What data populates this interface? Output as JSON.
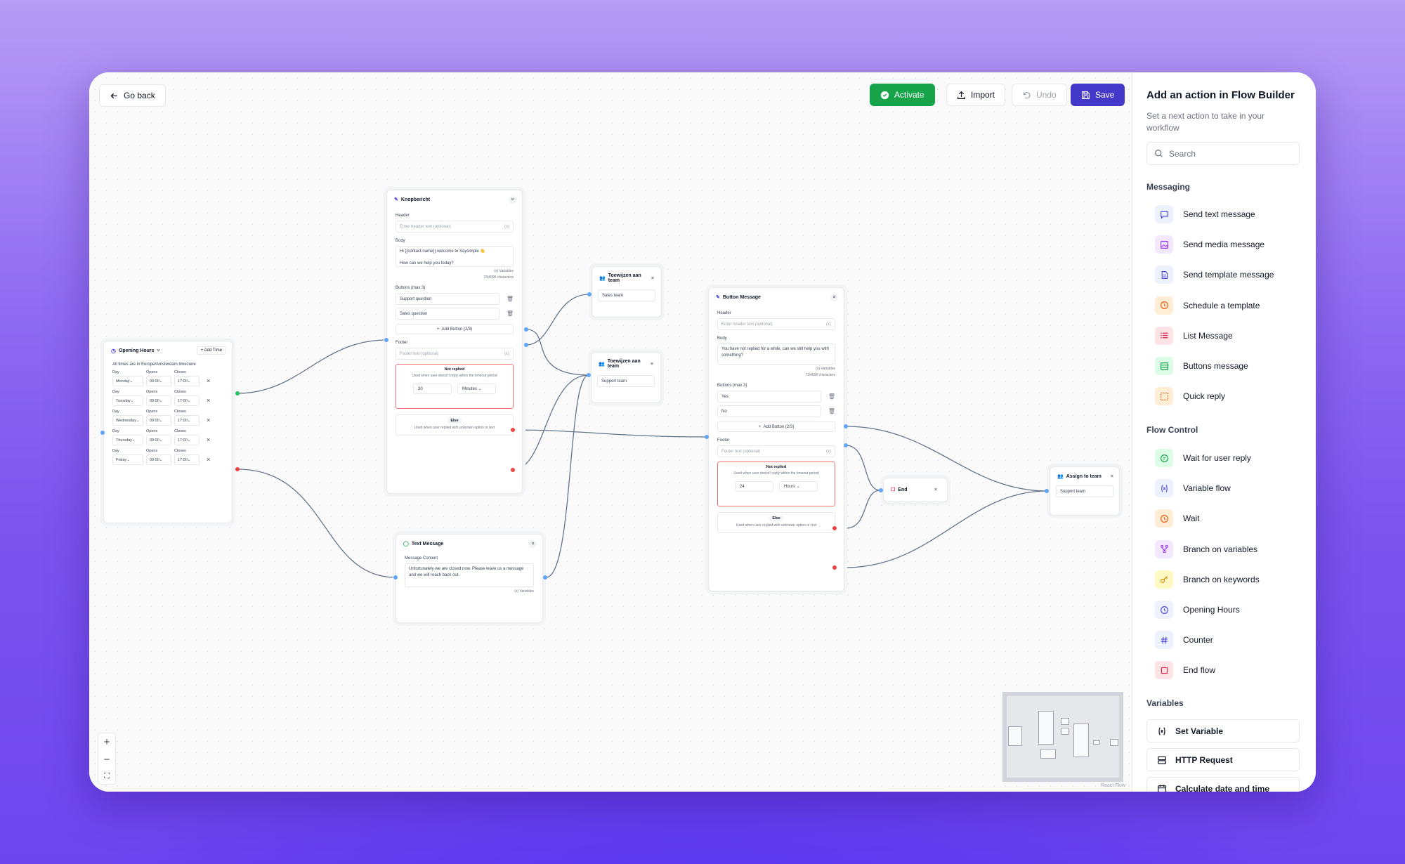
{
  "toolbar": {
    "go_back": "Go back",
    "activate": "Activate",
    "import": "Import",
    "undo": "Undo",
    "save": "Save"
  },
  "colors": {
    "accent": "#4338ca",
    "activate": "#16a34a",
    "edge": "#64748b",
    "error": "#f87171"
  },
  "nodes": {
    "opening_hours": {
      "title": "Opening Hours",
      "add_time": "Add Time",
      "timezone": "All times are in Europe/Amsterdam timezone",
      "labels": {
        "day": "Day",
        "opens": "Opens",
        "closes": "Closes"
      },
      "rows": [
        {
          "day": "Monday",
          "opens": "09:00",
          "closes": "17:00"
        },
        {
          "day": "Tuesday",
          "opens": "09:00",
          "closes": "17:00"
        },
        {
          "day": "Wednesday",
          "opens": "09:00",
          "closes": "17:00"
        },
        {
          "day": "Thursday",
          "opens": "09:00",
          "closes": "17:00"
        },
        {
          "day": "Friday",
          "opens": "09:00",
          "closes": "17:00"
        }
      ]
    },
    "knop": {
      "title": "Knopbericht",
      "header_label": "Header",
      "header_ph": "Enter header text (optional)",
      "body_label": "Body",
      "body_line1": "Hi {{contact.name}} welcome to Saysimple 👋",
      "body_line2": "How can we help you today?",
      "variables": "Variables",
      "chars": "73/4096 characters",
      "buttons_label": "Buttons (max 3)",
      "button1": "Support question",
      "button2": "Sales question",
      "add_button": "Add Button (2/3)",
      "footer_label": "Footer",
      "footer_ph": "Footer text (optional)",
      "not_replied": "Not replied",
      "not_replied_desc": "Used when user doesn't reply within the timeout period",
      "timeout": "30",
      "unit": "Minutes",
      "else": "Else",
      "else_desc": "Used when user replied with unknown option or text"
    },
    "team1": {
      "title": "Toewijzen aan team",
      "value": "Sales team"
    },
    "team2": {
      "title": "Toewijzen aan team",
      "value": "Support team"
    },
    "text_msg": {
      "title": "Text Message",
      "label": "Message Content",
      "content": "Unfortunately we are closed now. Please leave us a message and we will reach back out.",
      "variables": "Variables"
    },
    "button_msg": {
      "title": "Button Message",
      "header_label": "Header",
      "header_ph": "Enter header text (optional)",
      "body_label": "Body",
      "body": "You have not replied for a while, can we still help you with something?",
      "variables": "Variables",
      "chars": "71/4096 characters",
      "buttons_label": "Buttons (max 3)",
      "button1": "Yes",
      "button2": "No",
      "add_button": "Add Button (2/3)",
      "footer_label": "Footer",
      "footer_ph": "Footer text (optional)",
      "not_replied": "Not replied",
      "not_replied_desc": "Used when user doesn't reply within the timeout period",
      "timeout": "24",
      "unit": "Hours",
      "else": "Else",
      "else_desc": "Used when user replied with unknown option or text"
    },
    "end": {
      "title": "End"
    },
    "assign": {
      "title": "Assign to team",
      "value": "Support team"
    }
  },
  "panel": {
    "title": "Add an action in Flow Builder",
    "subtitle": "Set a next action to take in your workflow",
    "search_placeholder": "Search",
    "messaging_title": "Messaging",
    "messaging": [
      {
        "label": "Send text message",
        "icon": "chat-icon",
        "color": "#4f46e5",
        "bg": "#eef2ff"
      },
      {
        "label": "Send media message",
        "icon": "image-icon",
        "color": "#9333ea",
        "bg": "#f3e8ff"
      },
      {
        "label": "Send template message",
        "icon": "document-icon",
        "color": "#4f46e5",
        "bg": "#eef2ff"
      },
      {
        "label": "Schedule a template",
        "icon": "clock-icon",
        "color": "#ea580c",
        "bg": "#ffedd5"
      },
      {
        "label": "List Message",
        "icon": "list-icon",
        "color": "#e11d48",
        "bg": "#ffe4e6"
      },
      {
        "label": "Buttons message",
        "icon": "table-icon",
        "color": "#16a34a",
        "bg": "#dcfce7"
      },
      {
        "label": "Quick reply",
        "icon": "dashed-square-icon",
        "color": "#ea580c",
        "bg": "#ffedd5"
      }
    ],
    "flow_title": "Flow Control",
    "flow": [
      {
        "label": "Wait for user reply",
        "icon": "chat-bubble-icon",
        "color": "#16a34a",
        "bg": "#dcfce7"
      },
      {
        "label": "Variable flow",
        "icon": "variable-icon",
        "color": "#4f46e5",
        "bg": "#eef2ff"
      },
      {
        "label": "Wait",
        "icon": "clock-icon",
        "color": "#ea580c",
        "bg": "#ffedd5"
      },
      {
        "label": "Branch on variables",
        "icon": "branch-icon",
        "color": "#9333ea",
        "bg": "#f3e8ff"
      },
      {
        "label": "Branch on keywords",
        "icon": "key-icon",
        "color": "#ca8a04",
        "bg": "#fef9c3"
      },
      {
        "label": "Opening Hours",
        "icon": "clock-icon",
        "color": "#4f46e5",
        "bg": "#eef2ff"
      },
      {
        "label": "Counter",
        "icon": "hash-icon",
        "color": "#4f46e5",
        "bg": "#eef2ff"
      },
      {
        "label": "End flow",
        "icon": "stop-icon",
        "color": "#e11d48",
        "bg": "#ffe4e6"
      }
    ],
    "variables_title": "Variables",
    "variables": [
      {
        "label": "Set Variable",
        "icon": "variable-icon"
      },
      {
        "label": "HTTP Request",
        "icon": "server-icon"
      },
      {
        "label": "Calculate date and time",
        "icon": "calendar-icon"
      }
    ]
  },
  "minimap": {
    "attribution": "React Flow"
  }
}
